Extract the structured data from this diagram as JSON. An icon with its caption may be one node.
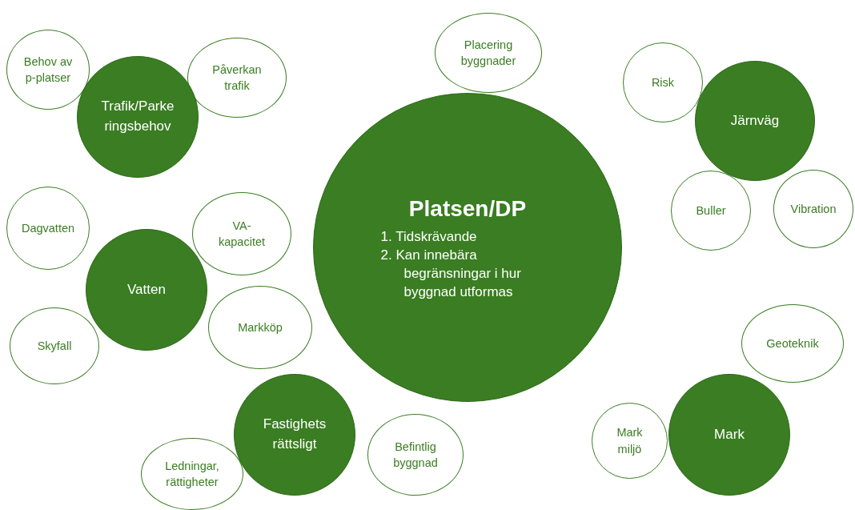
{
  "diagram": {
    "nodes": [
      {
        "text": [
          "Behov av p-platser"
        ]
      },
      {
        "text": [
          "Påverkan trafik"
        ]
      },
      {
        "text": [
          "Trafik/Parkeringsbehov"
        ]
      },
      {
        "text": [
          "Placering byggnader"
        ]
      },
      {
        "text": [
          "Risk"
        ]
      },
      {
        "text": [
          "Järnväg"
        ]
      },
      {
        "text": [
          "Platsen/DP",
          "1. Tidskrävande",
          "2. Kan innebära begränsningar i hur byggnad utformas"
        ]
      },
      {
        "text": [
          "Dagvatten"
        ]
      },
      {
        "text": [
          "VA-kapacitet"
        ]
      },
      {
        "text": [
          "Vatten"
        ]
      },
      {
        "text": [
          "Buller"
        ]
      },
      {
        "text": [
          "Vibration"
        ]
      },
      {
        "text": [
          "Skyfall"
        ]
      },
      {
        "text": [
          "Markköp"
        ]
      },
      {
        "text": [
          "Geoteknik"
        ]
      },
      {
        "text": [
          "Fastighets rättsligt"
        ]
      },
      {
        "text": [
          "Mark miljö"
        ]
      },
      {
        "text": [
          "Mark"
        ]
      },
      {
        "text": [
          "Befintlig byggnad"
        ]
      },
      {
        "text": [
          "Ledningar, rättigheter"
        ]
      }
    ]
  }
}
